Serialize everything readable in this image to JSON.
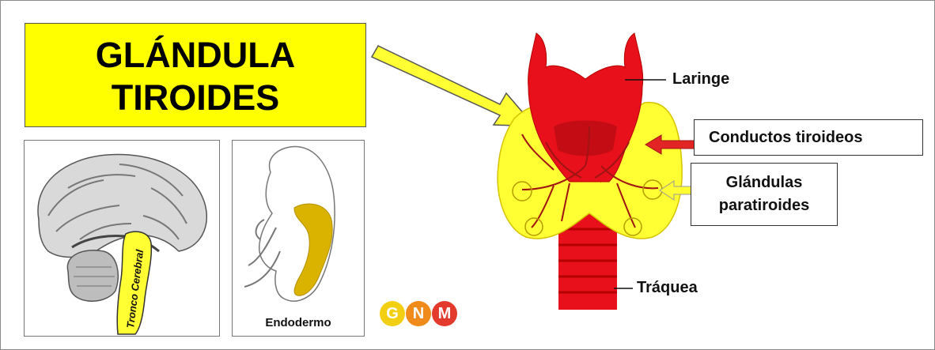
{
  "title": {
    "line1": "GLÁNDULA",
    "line2": "TIROIDES"
  },
  "labels": {
    "laringe": "Laringe",
    "conductos": "Conductos tiroideos",
    "glandulas_line1": "Glándulas",
    "glandulas_line2": "paratiroides",
    "traquea": "Tráquea"
  },
  "brain_panel": {
    "label": "Tronco Cerebral"
  },
  "embryo_panel": {
    "label": "Endodermo"
  },
  "logo": {
    "letters": [
      "G",
      "N",
      "M"
    ]
  },
  "colors": {
    "title_bg": "#ffff00",
    "thyroid": "#ffff33",
    "larynx": "#e8101a",
    "ducts": "#a01414",
    "arrow_red": "#e32424",
    "arrow_yellow": "#ffff33",
    "endoderm": "#d9b300"
  }
}
